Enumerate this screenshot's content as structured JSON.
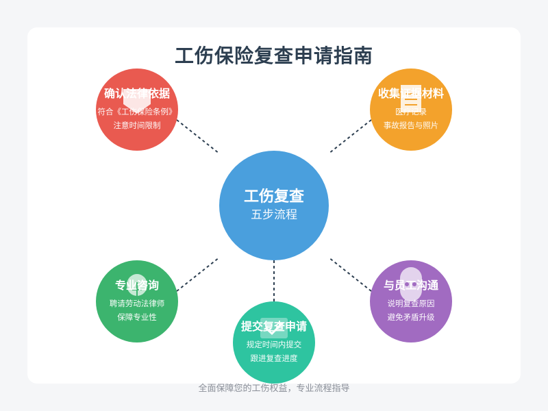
{
  "title": "工伤保险复查申请指南",
  "center": {
    "title": "工伤复查",
    "subtitle": "五步流程"
  },
  "steps": [
    {
      "title": "确认法律依据",
      "line1": "符合《工伤保险条例》",
      "line2": "注意时间限制",
      "icon": "shield-icon",
      "color": "#e95a50"
    },
    {
      "title": "收集证据材料",
      "line1": "医疗记录",
      "line2": "事故报告与照片",
      "icon": "document-icon",
      "color": "#f3a22c"
    },
    {
      "title": "专业咨询",
      "line1": "聘请劳动法律师",
      "line2": "保障专业性",
      "icon": "lawyer-icon",
      "color": "#3cb46e"
    },
    {
      "title": "提交复查申请",
      "line1": "规定时间内提交",
      "line2": "跟进复查进度",
      "icon": "checkmark-icon",
      "color": "#2ec4a0"
    },
    {
      "title": "与员工沟通",
      "line1": "说明复查原因",
      "line2": "避免矛盾升级",
      "icon": "people-icon",
      "color": "#a16bc1"
    }
  ],
  "footer": "全面保障您的工伤权益，专业流程指导",
  "colors": {
    "center": "#4a9fdd",
    "title": "#2c3e50",
    "connector": "#2c3e50"
  }
}
